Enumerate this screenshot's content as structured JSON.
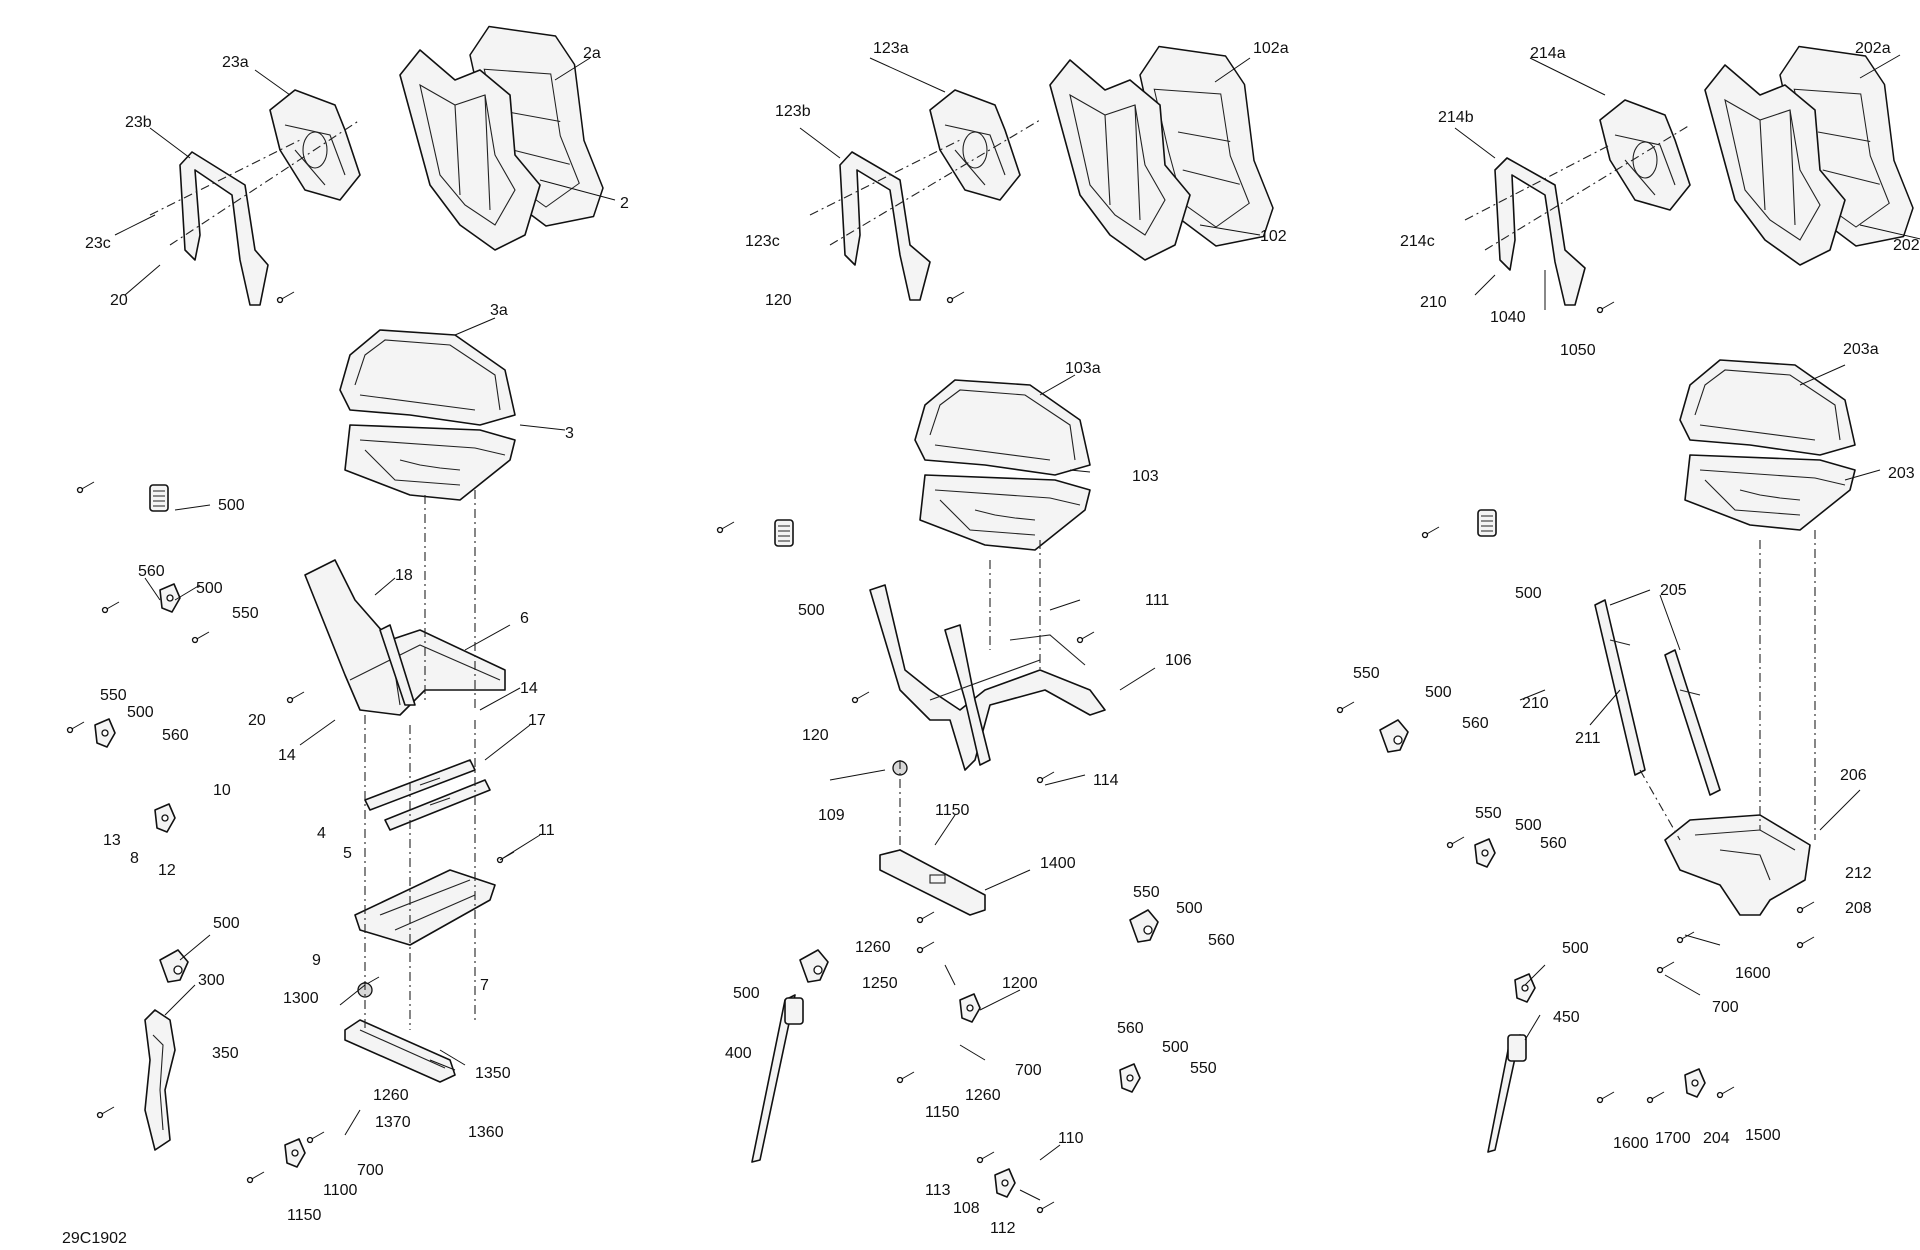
{
  "diagram_code": "29C1902",
  "labels": [
    {
      "id": "l-23a",
      "text": "23a"
    },
    {
      "id": "l-2a",
      "text": "2a"
    },
    {
      "id": "l-23b",
      "text": "23b"
    },
    {
      "id": "l-2",
      "text": "2"
    },
    {
      "id": "l-23c",
      "text": "23c"
    },
    {
      "id": "l-20a",
      "text": "20"
    },
    {
      "id": "l-3a",
      "text": "3a"
    },
    {
      "id": "l-3",
      "text": "3"
    },
    {
      "id": "l-500a",
      "text": "500"
    },
    {
      "id": "l-560a",
      "text": "560"
    },
    {
      "id": "l-500b",
      "text": "500"
    },
    {
      "id": "l-550a",
      "text": "550"
    },
    {
      "id": "l-18",
      "text": "18"
    },
    {
      "id": "l-6",
      "text": "6"
    },
    {
      "id": "l-20b",
      "text": "20"
    },
    {
      "id": "l-14a",
      "text": "14"
    },
    {
      "id": "l-14b",
      "text": "14"
    },
    {
      "id": "l-550b",
      "text": "550"
    },
    {
      "id": "l-500c",
      "text": "500"
    },
    {
      "id": "l-560b",
      "text": "560"
    },
    {
      "id": "l-17",
      "text": "17"
    },
    {
      "id": "l-10",
      "text": "10"
    },
    {
      "id": "l-13",
      "text": "13"
    },
    {
      "id": "l-8",
      "text": "8"
    },
    {
      "id": "l-12",
      "text": "12"
    },
    {
      "id": "l-4",
      "text": "4"
    },
    {
      "id": "l-5",
      "text": "5"
    },
    {
      "id": "l-11",
      "text": "11"
    },
    {
      "id": "l-500d",
      "text": "500"
    },
    {
      "id": "l-300",
      "text": "300"
    },
    {
      "id": "l-9",
      "text": "9"
    },
    {
      "id": "l-7",
      "text": "7"
    },
    {
      "id": "l-1300",
      "text": "1300"
    },
    {
      "id": "l-350",
      "text": "350"
    },
    {
      "id": "l-1350",
      "text": "1350"
    },
    {
      "id": "l-1260a",
      "text": "1260"
    },
    {
      "id": "l-1370",
      "text": "1370"
    },
    {
      "id": "l-1360",
      "text": "1360"
    },
    {
      "id": "l-700a",
      "text": "700"
    },
    {
      "id": "l-1100",
      "text": "1100"
    },
    {
      "id": "l-1150a",
      "text": "1150"
    },
    {
      "id": "l-123a",
      "text": "123a"
    },
    {
      "id": "l-102a",
      "text": "102a"
    },
    {
      "id": "l-123b",
      "text": "123b"
    },
    {
      "id": "l-123c",
      "text": "123c"
    },
    {
      "id": "l-102",
      "text": "102"
    },
    {
      "id": "l-120a",
      "text": "120"
    },
    {
      "id": "l-103a",
      "text": "103a"
    },
    {
      "id": "l-103",
      "text": "103"
    },
    {
      "id": "l-500e",
      "text": "500"
    },
    {
      "id": "l-111",
      "text": "111"
    },
    {
      "id": "l-106",
      "text": "106"
    },
    {
      "id": "l-120b",
      "text": "120"
    },
    {
      "id": "l-114",
      "text": "114"
    },
    {
      "id": "l-109",
      "text": "109"
    },
    {
      "id": "l-1150b",
      "text": "1150"
    },
    {
      "id": "l-1400",
      "text": "1400"
    },
    {
      "id": "l-550c",
      "text": "550"
    },
    {
      "id": "l-500f",
      "text": "500"
    },
    {
      "id": "l-560c",
      "text": "560"
    },
    {
      "id": "l-1260b",
      "text": "1260"
    },
    {
      "id": "l-1250",
      "text": "1250"
    },
    {
      "id": "l-500g",
      "text": "500"
    },
    {
      "id": "l-1200",
      "text": "1200"
    },
    {
      "id": "l-400",
      "text": "400"
    },
    {
      "id": "l-700b",
      "text": "700"
    },
    {
      "id": "l-560d",
      "text": "560"
    },
    {
      "id": "l-500h",
      "text": "500"
    },
    {
      "id": "l-550d",
      "text": "550"
    },
    {
      "id": "l-1260c",
      "text": "1260"
    },
    {
      "id": "l-1150c",
      "text": "1150"
    },
    {
      "id": "l-110",
      "text": "110"
    },
    {
      "id": "l-113",
      "text": "113"
    },
    {
      "id": "l-108",
      "text": "108"
    },
    {
      "id": "l-112",
      "text": "112"
    },
    {
      "id": "l-214a",
      "text": "214a"
    },
    {
      "id": "l-202a",
      "text": "202a"
    },
    {
      "id": "l-214b",
      "text": "214b"
    },
    {
      "id": "l-214c",
      "text": "214c"
    },
    {
      "id": "l-202",
      "text": "202"
    },
    {
      "id": "l-210a",
      "text": "210"
    },
    {
      "id": "l-1040",
      "text": "1040"
    },
    {
      "id": "l-1050",
      "text": "1050"
    },
    {
      "id": "l-203a",
      "text": "203a"
    },
    {
      "id": "l-203",
      "text": "203"
    },
    {
      "id": "l-500i",
      "text": "500"
    },
    {
      "id": "l-205",
      "text": "205"
    },
    {
      "id": "l-550e",
      "text": "550"
    },
    {
      "id": "l-500j",
      "text": "500"
    },
    {
      "id": "l-210b",
      "text": "210"
    },
    {
      "id": "l-560e",
      "text": "560"
    },
    {
      "id": "l-211",
      "text": "211"
    },
    {
      "id": "l-206",
      "text": "206"
    },
    {
      "id": "l-550f",
      "text": "550"
    },
    {
      "id": "l-500k",
      "text": "500"
    },
    {
      "id": "l-560f",
      "text": "560"
    },
    {
      "id": "l-212",
      "text": "212"
    },
    {
      "id": "l-208",
      "text": "208"
    },
    {
      "id": "l-500l",
      "text": "500"
    },
    {
      "id": "l-1600a",
      "text": "1600"
    },
    {
      "id": "l-700c",
      "text": "700"
    },
    {
      "id": "l-450",
      "text": "450"
    },
    {
      "id": "l-1600b",
      "text": "1600"
    },
    {
      "id": "l-1700",
      "text": "1700"
    },
    {
      "id": "l-204",
      "text": "204"
    },
    {
      "id": "l-1500",
      "text": "1500"
    }
  ]
}
